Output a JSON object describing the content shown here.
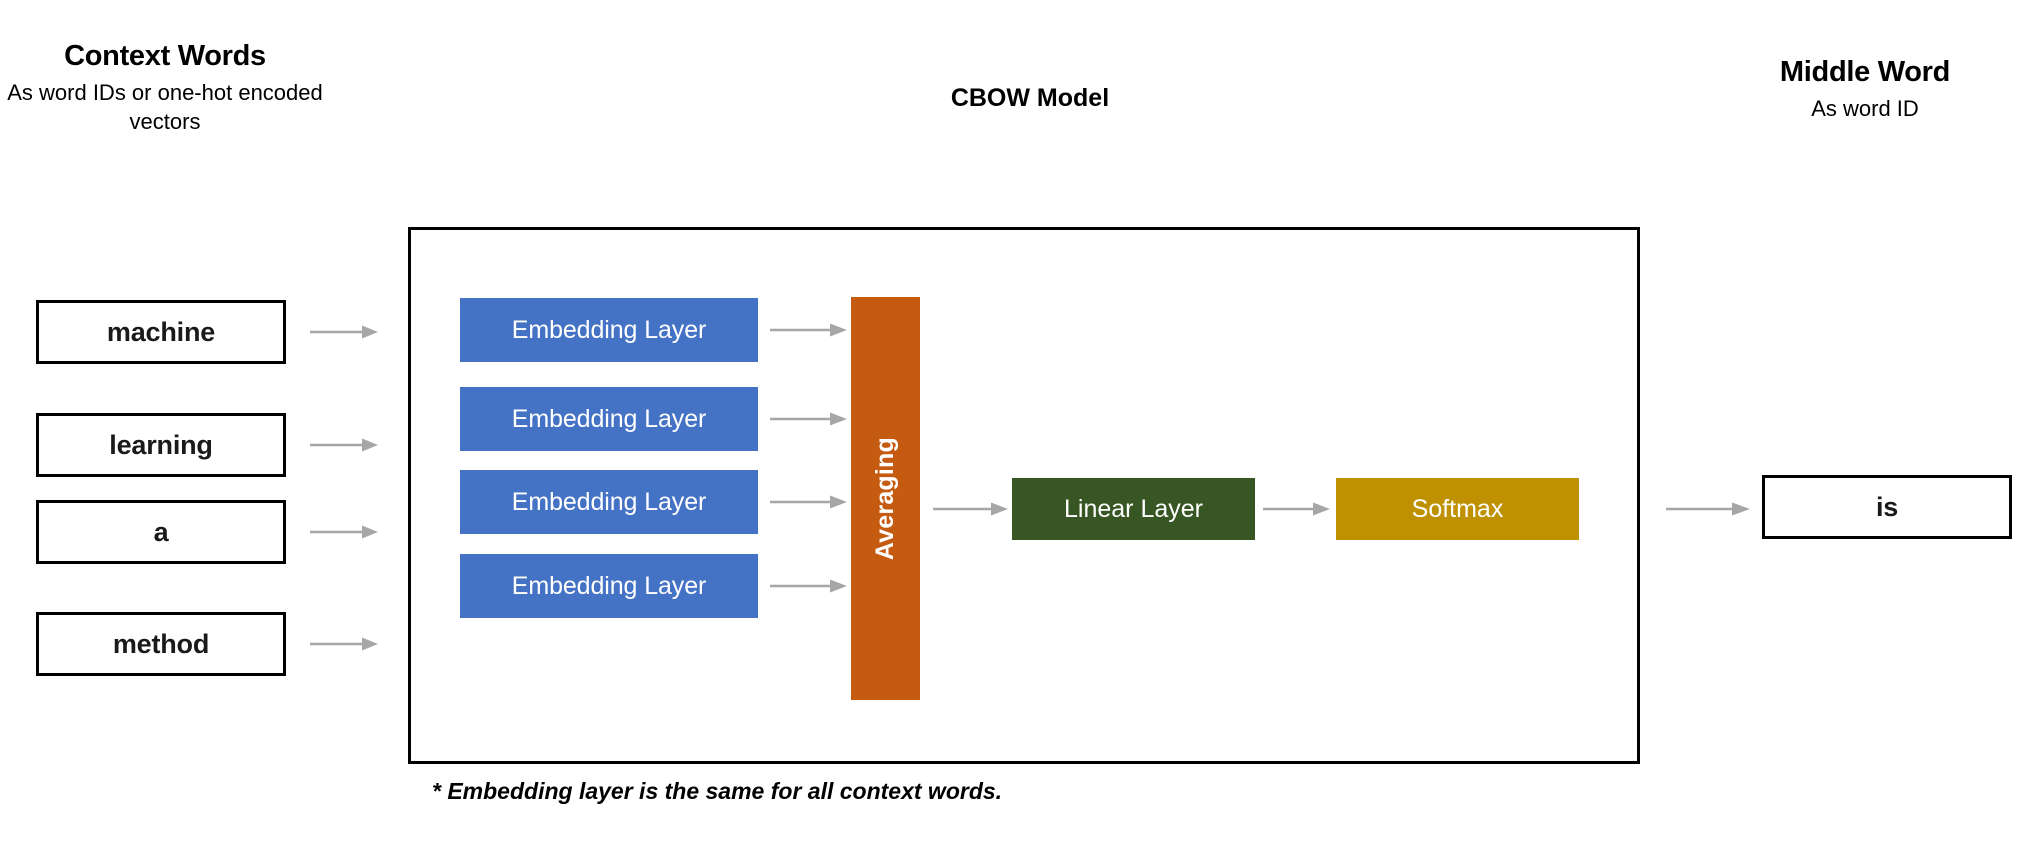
{
  "headers": {
    "context": {
      "title": "Context Words",
      "subtitle": "As word IDs or one-hot encoded vectors"
    },
    "middle": {
      "title": "Middle Word",
      "subtitle": "As word ID"
    },
    "model_title": "CBOW Model"
  },
  "context_words": [
    {
      "label": "machine"
    },
    {
      "label": "learning"
    },
    {
      "label": "a"
    },
    {
      "label": "method"
    }
  ],
  "model": {
    "embedding_blocks": [
      {
        "label": "Embedding Layer"
      },
      {
        "label": "Embedding Layer"
      },
      {
        "label": "Embedding Layer"
      },
      {
        "label": "Embedding Layer"
      }
    ],
    "averaging": {
      "label": "Averaging"
    },
    "linear": {
      "label": "Linear Layer"
    },
    "softmax": {
      "label": "Softmax"
    }
  },
  "output": {
    "label": "is"
  },
  "footnote": "* Embedding layer is the same for all context words.",
  "colors": {
    "embedding": "#4472C4",
    "averaging": "#C55A11",
    "linear": "#375623",
    "softmax": "#BF9000",
    "arrow": "#A6A6A6",
    "border": "#000000",
    "background": "#FFFFFF",
    "text_on_block": "#FFFFFF"
  },
  "diagram_data": {
    "type": "flowchart",
    "title": "CBOW Model",
    "nodes": [
      {
        "id": "machine",
        "label": "machine",
        "group": "context-words",
        "shape": "rect-outline"
      },
      {
        "id": "learning",
        "label": "learning",
        "group": "context-words",
        "shape": "rect-outline"
      },
      {
        "id": "a",
        "label": "a",
        "group": "context-words",
        "shape": "rect-outline"
      },
      {
        "id": "method",
        "label": "method",
        "group": "context-words",
        "shape": "rect-outline"
      },
      {
        "id": "embed0",
        "label": "Embedding Layer",
        "group": "model",
        "fill": "#4472C4"
      },
      {
        "id": "embed1",
        "label": "Embedding Layer",
        "group": "model",
        "fill": "#4472C4"
      },
      {
        "id": "embed2",
        "label": "Embedding Layer",
        "group": "model",
        "fill": "#4472C4"
      },
      {
        "id": "embed3",
        "label": "Embedding Layer",
        "group": "model",
        "fill": "#4472C4"
      },
      {
        "id": "avg",
        "label": "Averaging",
        "group": "model",
        "fill": "#C55A11",
        "orientation": "vertical"
      },
      {
        "id": "linear",
        "label": "Linear Layer",
        "group": "model",
        "fill": "#375623"
      },
      {
        "id": "softmax",
        "label": "Softmax",
        "group": "model",
        "fill": "#BF9000"
      },
      {
        "id": "is",
        "label": "is",
        "group": "middle-word",
        "shape": "rect-outline"
      }
    ],
    "edges": [
      {
        "from": "machine",
        "to": "embed0"
      },
      {
        "from": "learning",
        "to": "embed1"
      },
      {
        "from": "a",
        "to": "embed2"
      },
      {
        "from": "method",
        "to": "embed3"
      },
      {
        "from": "embed0",
        "to": "avg"
      },
      {
        "from": "embed1",
        "to": "avg"
      },
      {
        "from": "embed2",
        "to": "avg"
      },
      {
        "from": "embed3",
        "to": "avg"
      },
      {
        "from": "avg",
        "to": "linear"
      },
      {
        "from": "linear",
        "to": "softmax"
      },
      {
        "from": "softmax",
        "to": "is"
      }
    ],
    "annotations": [
      "* Embedding layer is the same for all context words."
    ]
  }
}
